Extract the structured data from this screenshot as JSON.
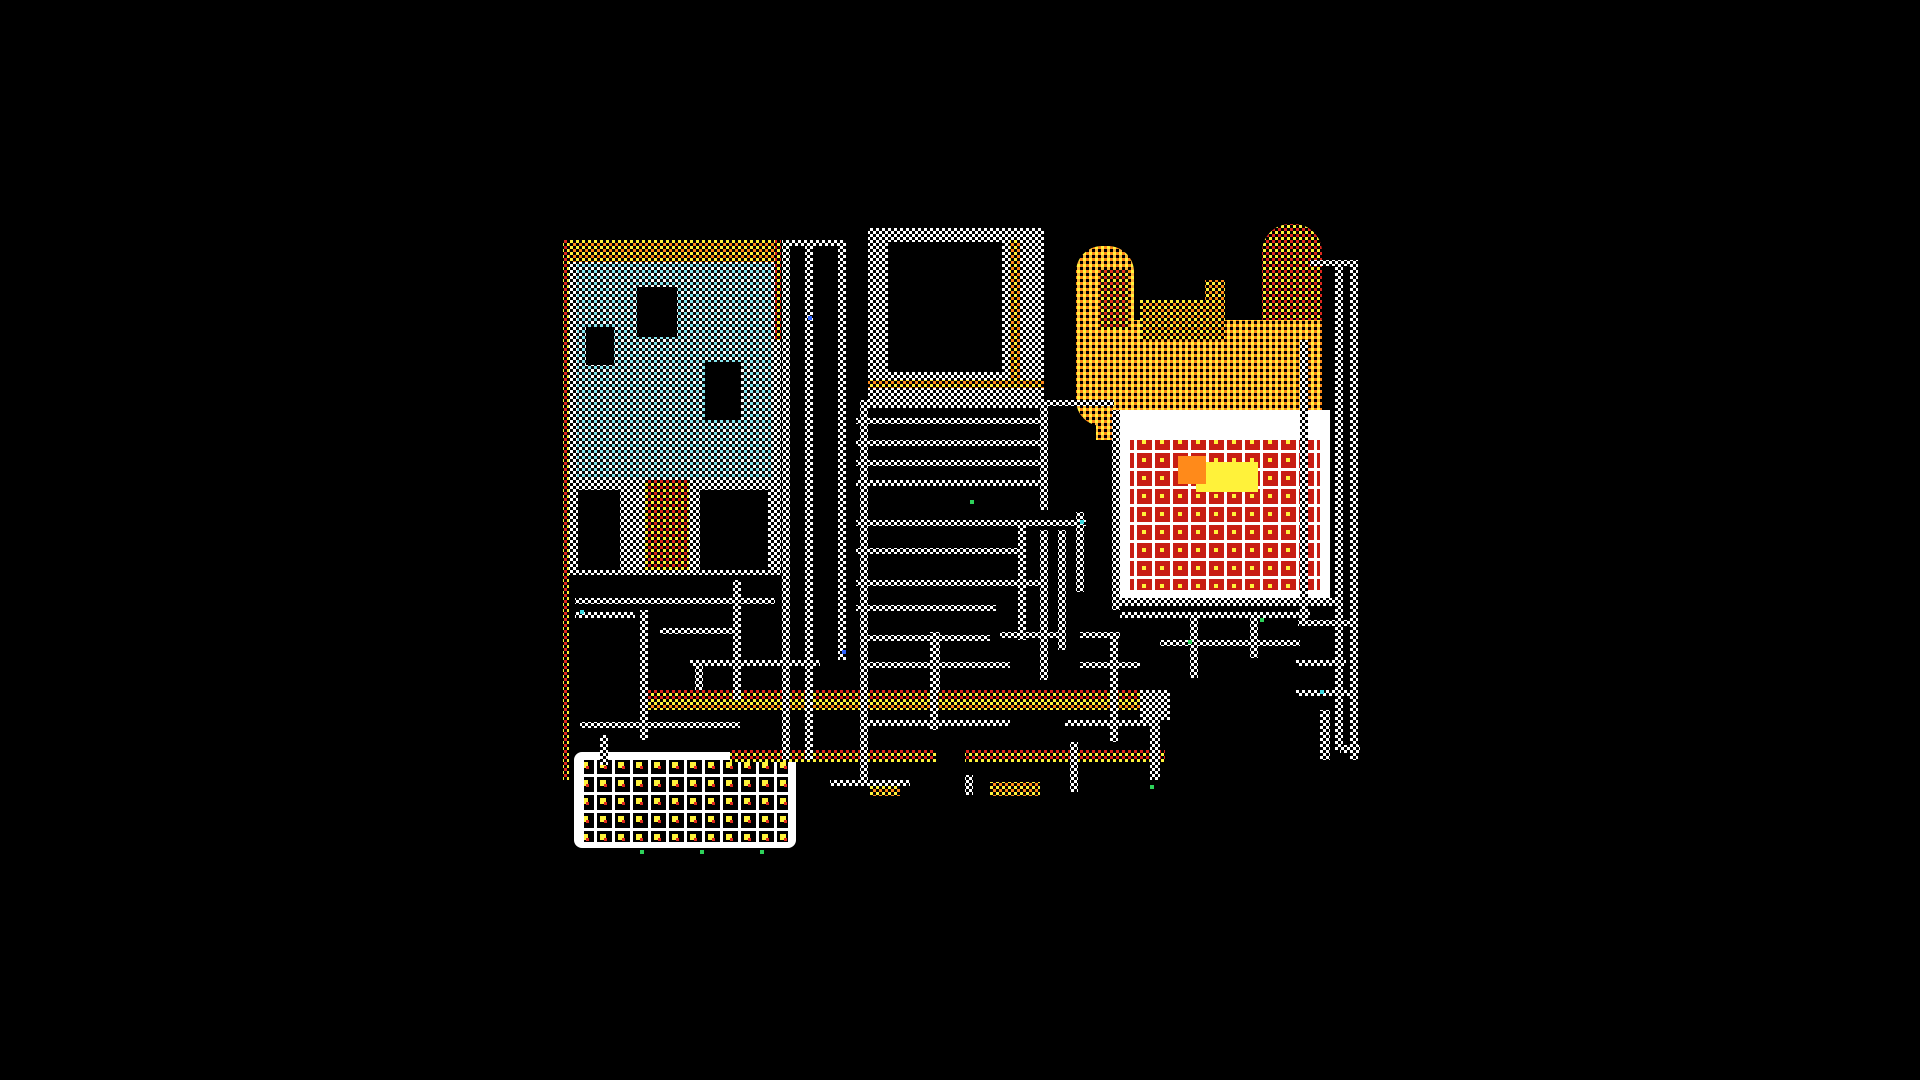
{
  "screen": {
    "background_color": "#000000",
    "view": "automap",
    "text": []
  },
  "palette": {
    "wall": "#ffffff",
    "wall_dither_a": "#ffffff",
    "wall_dither_b": "#39d9e0",
    "floor_blue": "#7fe3ec",
    "hazard_red": "#e0281e",
    "hazard_orange": "#ff8a1a",
    "hazard_yellow": "#fff23a",
    "accent_green": "#2ed15a",
    "accent_blue": "#2f63ff"
  },
  "map": {
    "icon": "automap-icon",
    "rooms": [
      {
        "name": "room-northwest-pool",
        "fill": "floor_blue",
        "border": "hazard_yellow"
      },
      {
        "name": "room-north-hall",
        "fill": "none",
        "border": "wall"
      },
      {
        "name": "room-northeast-lava",
        "fill": "hazard_orange",
        "border": "hazard_red"
      },
      {
        "name": "room-east-grate",
        "fill": "hazard_red",
        "border": "wall"
      },
      {
        "name": "room-southwest-grate",
        "fill": "hazard_yellow",
        "border": "wall"
      },
      {
        "name": "corridor-south-red",
        "fill": "hazard_red",
        "border": "hazard_yellow"
      }
    ]
  }
}
